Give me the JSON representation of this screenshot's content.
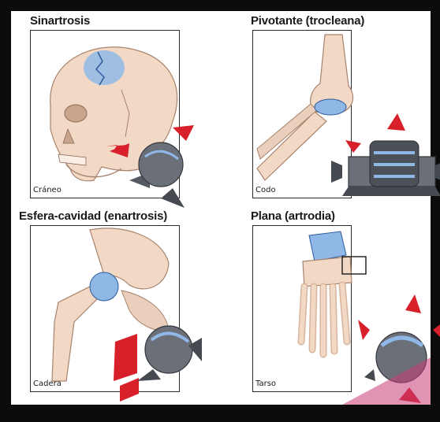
{
  "panels": [
    {
      "title": "Sinartrosis",
      "caption": "Cráneo"
    },
    {
      "title": "Pivotante (trocleana)",
      "caption": "Codo"
    },
    {
      "title": "Esfera-cavidad (enartrosis)",
      "caption": "Cadera"
    },
    {
      "title": "Plana (artrodia)",
      "caption": "Tarso"
    }
  ],
  "colors": {
    "bone": "#f1d9c6",
    "bone_shade": "#d9b49c",
    "cartilage": "#8fb8e6",
    "arrow": "#d8202a",
    "metal": "#6b6f78",
    "frame": "#2a2a2a"
  }
}
